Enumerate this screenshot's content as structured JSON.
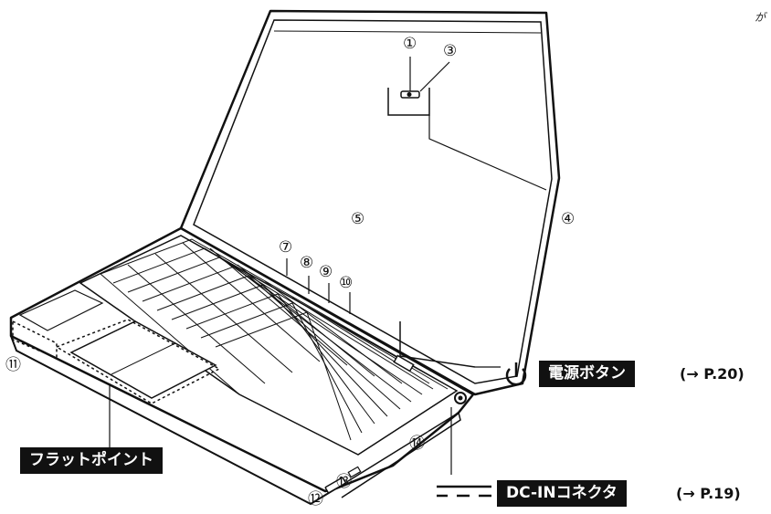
{
  "callouts": {
    "c1": "①",
    "c3": "③",
    "c4": "④",
    "c5": "⑤",
    "c7": "⑦",
    "c8": "⑧",
    "c9": "⑨",
    "c10": "⑩",
    "c11": "⑪",
    "c12": "⑫",
    "c13": "⑬",
    "c14": "⑭"
  },
  "labels": {
    "power_button": "電源ボタン",
    "power_ref": "(→ P.20)",
    "flat_point": "フラットポイント",
    "dc_in": "DC-INコネクタ",
    "dc_in_ref": "(→ P.19)"
  },
  "corner_note": "が"
}
